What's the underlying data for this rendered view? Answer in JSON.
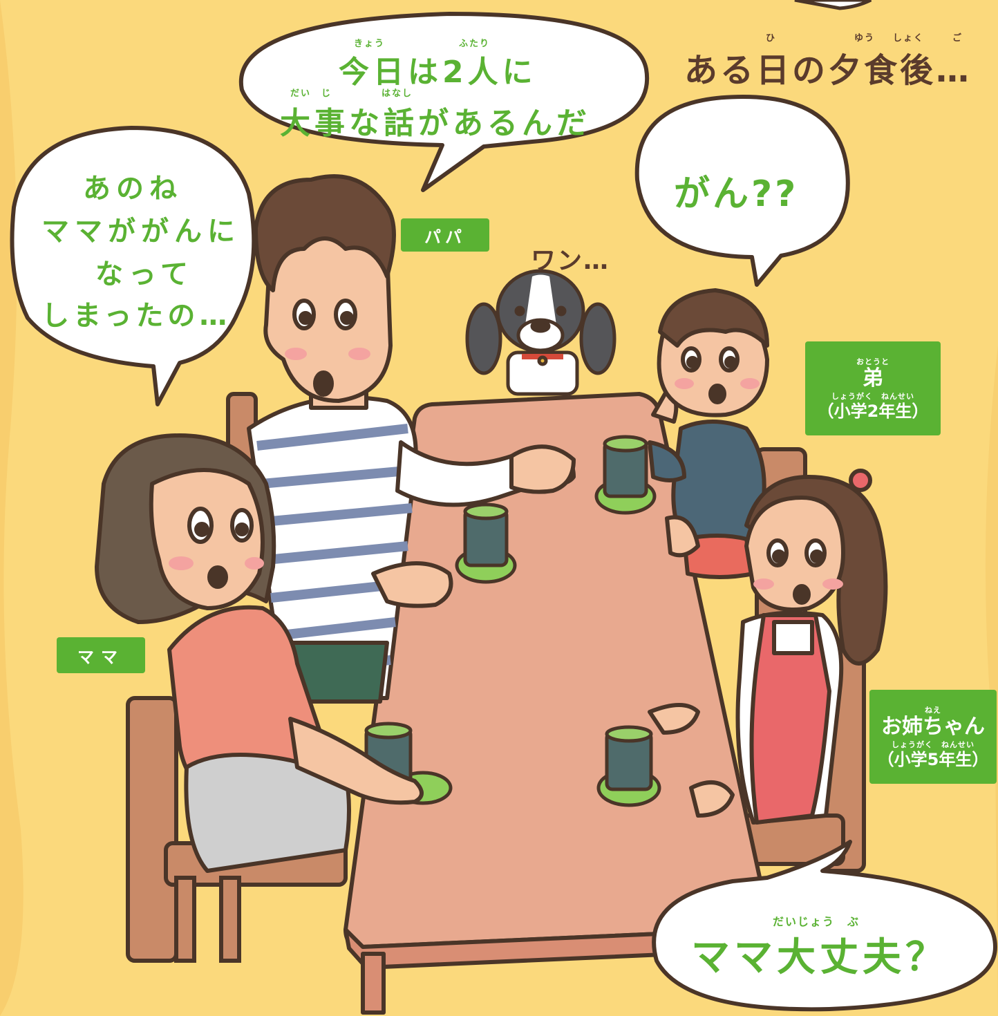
{
  "heading": {
    "text": "ある日の夕食後…",
    "ruby_hi": "ひ",
    "ruby_yuu": "ゆう",
    "ruby_shoku": "しょく",
    "ruby_go": "ご"
  },
  "papa": {
    "line1": "今日は2人に",
    "line2": "大事な話があるんだ",
    "ruby_kyou": "きょう",
    "ruby_futari": "ふたり",
    "ruby_daiji": "だい　じ",
    "ruby_hanashi": "はなし"
  },
  "mama": {
    "line1": "あのね",
    "line2": "ママががんに",
    "line3": "なって",
    "line4": "しまったの…"
  },
  "brother_speech": {
    "text": "がん??"
  },
  "dog_speech": {
    "text": "ワン…"
  },
  "sister_speech": {
    "text": "ママ大丈夫？",
    "ruby": "だいじょう　ぶ"
  },
  "labels": {
    "papa": "パパ",
    "mama": "ママ",
    "brother": {
      "name": "弟",
      "ruby_name": "おとうと",
      "grade": "（小学2年生）",
      "ruby_grade": "しょうがく　ねんせい"
    },
    "sister": {
      "name": "お姉ちゃん",
      "ruby_name": "ねえ",
      "grade": "（小学5年生）",
      "ruby_grade": "しょうがく　ねんせい"
    }
  },
  "colors": {
    "background": "#fbd97c",
    "accent_green": "#5ab233",
    "outline_brown": "#4a3528",
    "table": "#e8a98f"
  }
}
